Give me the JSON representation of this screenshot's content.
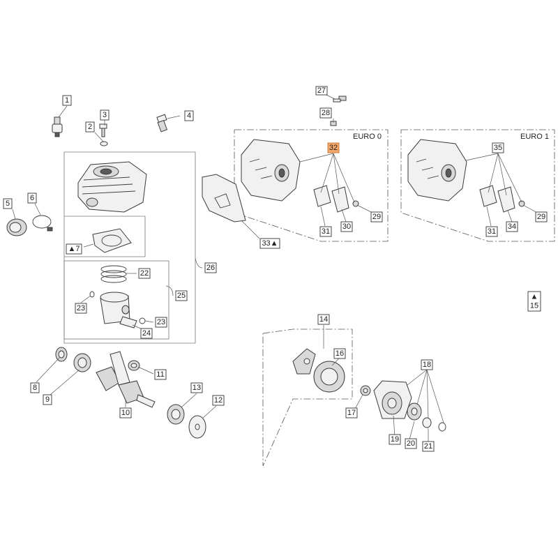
{
  "group_labels": {
    "euro0": "EURO 0",
    "euro1": "EURO 1"
  },
  "callouts": [
    {
      "id": "c1",
      "text": "1"
    },
    {
      "id": "c2",
      "text": "2"
    },
    {
      "id": "c3",
      "text": "3"
    },
    {
      "id": "c4",
      "text": "4"
    },
    {
      "id": "c5",
      "text": "5"
    },
    {
      "id": "c6",
      "text": "6"
    },
    {
      "id": "c7",
      "text": "▲7"
    },
    {
      "id": "c8",
      "text": "8"
    },
    {
      "id": "c9",
      "text": "9"
    },
    {
      "id": "c10",
      "text": "10"
    },
    {
      "id": "c11",
      "text": "11"
    },
    {
      "id": "c12",
      "text": "12"
    },
    {
      "id": "c13",
      "text": "13"
    },
    {
      "id": "c14",
      "text": "14"
    },
    {
      "id": "c15",
      "text": "▲\n15"
    },
    {
      "id": "c16",
      "text": "16"
    },
    {
      "id": "c17",
      "text": "17"
    },
    {
      "id": "c18",
      "text": "18"
    },
    {
      "id": "c19",
      "text": "19"
    },
    {
      "id": "c20",
      "text": "20"
    },
    {
      "id": "c21",
      "text": "21"
    },
    {
      "id": "c22",
      "text": "22"
    },
    {
      "id": "c23a",
      "text": "23"
    },
    {
      "id": "c23b",
      "text": "23"
    },
    {
      "id": "c24",
      "text": "24"
    },
    {
      "id": "c25",
      "text": "25"
    },
    {
      "id": "c26",
      "text": "26"
    },
    {
      "id": "c27",
      "text": "27"
    },
    {
      "id": "c28",
      "text": "28"
    },
    {
      "id": "c29a",
      "text": "29"
    },
    {
      "id": "c29b",
      "text": "29"
    },
    {
      "id": "c30",
      "text": "30"
    },
    {
      "id": "c31a",
      "text": "31"
    },
    {
      "id": "c31b",
      "text": "31"
    },
    {
      "id": "c32",
      "text": "32"
    },
    {
      "id": "c33",
      "text": "33▲"
    },
    {
      "id": "c34",
      "text": "34"
    },
    {
      "id": "c35",
      "text": "35"
    }
  ],
  "colors": {
    "highlight": "#f5a86a",
    "line": "#333333"
  }
}
